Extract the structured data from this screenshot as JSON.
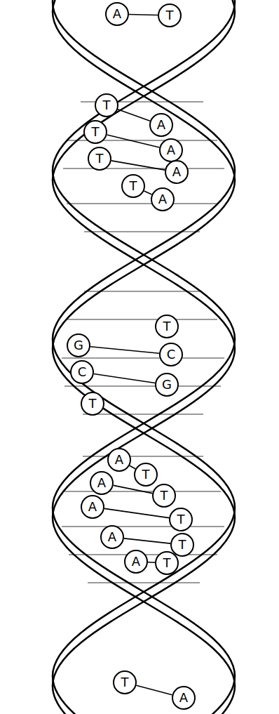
{
  "diagram": {
    "nodes": [
      {
        "text": [
          "A"
        ]
      },
      {
        "text": [
          "T"
        ]
      },
      {
        "text": [
          "T"
        ]
      },
      {
        "text": [
          "A"
        ]
      },
      {
        "text": [
          "T"
        ]
      },
      {
        "text": [
          "A"
        ]
      },
      {
        "text": [
          "T"
        ]
      },
      {
        "text": [
          "A"
        ]
      },
      {
        "text": [
          "T"
        ]
      },
      {
        "text": [
          "A"
        ]
      },
      {
        "text": [
          "T"
        ]
      },
      {
        "text": [
          "G"
        ]
      },
      {
        "text": [
          "C"
        ]
      },
      {
        "text": [
          "C"
        ]
      },
      {
        "text": [
          "G"
        ]
      },
      {
        "text": [
          "T"
        ]
      },
      {
        "text": [
          "A"
        ]
      },
      {
        "text": [
          "T"
        ]
      },
      {
        "text": [
          "A"
        ]
      },
      {
        "text": [
          "T"
        ]
      },
      {
        "text": [
          "A"
        ]
      },
      {
        "text": [
          "T"
        ]
      },
      {
        "text": [
          "A"
        ]
      },
      {
        "text": [
          "T"
        ]
      },
      {
        "text": [
          "A"
        ]
      },
      {
        "text": [
          "T"
        ]
      },
      {
        "text": [
          "T"
        ]
      },
      {
        "text": [
          "A"
        ]
      }
    ],
    "edges": [
      {
        "from": 0,
        "to": 1,
        "arrow": "none"
      },
      {
        "from": 2,
        "to": 3,
        "arrow": "none"
      },
      {
        "from": 4,
        "to": 5,
        "arrow": "none"
      },
      {
        "from": 6,
        "to": 7,
        "arrow": "none"
      },
      {
        "from": 8,
        "to": 9,
        "arrow": "none"
      },
      {
        "from": 11,
        "to": 12,
        "arrow": "none"
      },
      {
        "from": 13,
        "to": 14,
        "arrow": "none"
      },
      {
        "from": 16,
        "to": 17,
        "arrow": "none"
      },
      {
        "from": 18,
        "to": 19,
        "arrow": "none"
      },
      {
        "from": 20,
        "to": 21,
        "arrow": "none"
      },
      {
        "from": 22,
        "to": 23,
        "arrow": "none"
      },
      {
        "from": 24,
        "to": 25,
        "arrow": "none"
      },
      {
        "from": 26,
        "to": 27,
        "arrow": "none"
      }
    ]
  }
}
